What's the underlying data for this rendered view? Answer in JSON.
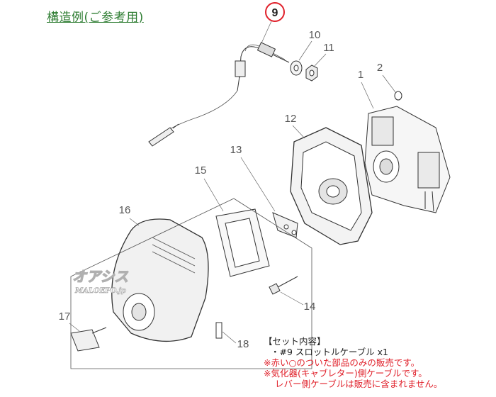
{
  "title": "構造例(ご参考用)",
  "callouts": {
    "highlighted": "9",
    "parts": [
      "10",
      "11",
      "1",
      "2",
      "12",
      "13",
      "15",
      "16",
      "14",
      "17",
      "18"
    ]
  },
  "logo": {
    "main": "オアシス",
    "sub": "MALOEPO.jp"
  },
  "notes": {
    "heading": "【セット内容】",
    "item": "・#9 スロットルケーブル x1",
    "red_lines": [
      "※赤い○のついた部品のみの販売です。",
      "※気化器(キャブレター)側ケーブルです。",
      "レバー側ケーブルは販売に含まれません。"
    ]
  },
  "colors": {
    "title": "#2e7d32",
    "highlight": "#e0202a"
  }
}
